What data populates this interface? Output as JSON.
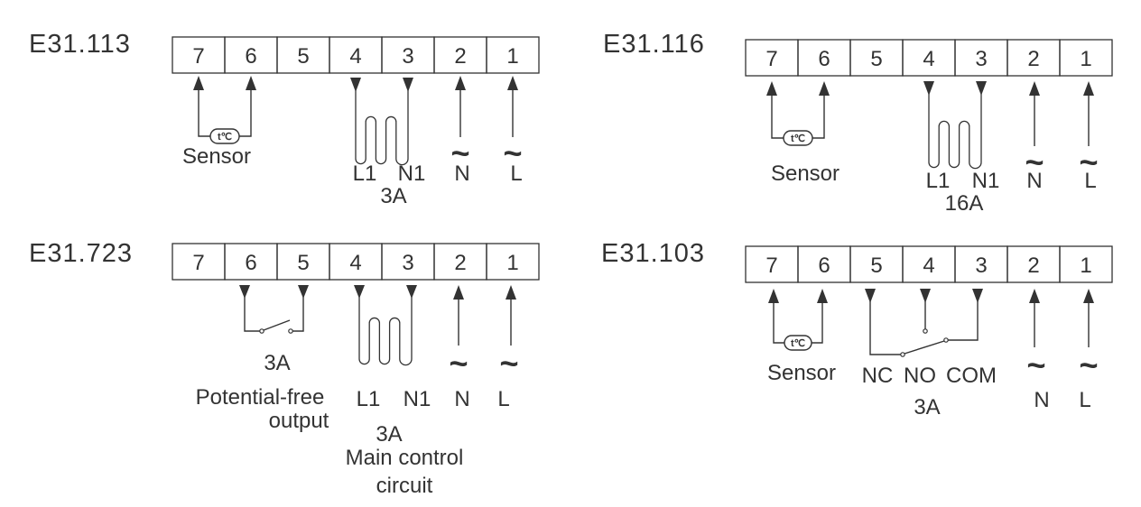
{
  "panels": [
    {
      "model": "E31.113",
      "terminals": [
        "7",
        "6",
        "5",
        "4",
        "3",
        "2",
        "1"
      ],
      "arrows": {
        "7": "in",
        "6": "in",
        "4": "out",
        "3": "out",
        "2": "in",
        "1": "in"
      },
      "labels": {
        "sensor": "Sensor",
        "l1": "L1",
        "n1": "N1",
        "heater_rating": "3A",
        "n": "N",
        "l": "L",
        "ac": "~"
      },
      "thermostat_symbol": "t℃"
    },
    {
      "model": "E31.116",
      "terminals": [
        "7",
        "6",
        "5",
        "4",
        "3",
        "2",
        "1"
      ],
      "arrows": {
        "7": "in",
        "6": "in",
        "4": "out",
        "3": "out",
        "2": "in",
        "1": "in"
      },
      "labels": {
        "sensor": "Sensor",
        "l1": "L1",
        "n1": "N1",
        "heater_rating": "16A",
        "n": "N",
        "l": "L",
        "ac": "~"
      },
      "thermostat_symbol": "t℃"
    },
    {
      "model": "E31.723",
      "terminals": [
        "7",
        "6",
        "5",
        "4",
        "3",
        "2",
        "1"
      ],
      "arrows": {
        "6": "out",
        "5": "out",
        "4": "out",
        "3": "out",
        "2": "in",
        "1": "in"
      },
      "labels": {
        "switch_rating": "3A",
        "pf_line1": "Potential-free",
        "pf_line2": "output",
        "l1": "L1",
        "n1": "N1",
        "heater_rating": "3A",
        "mc_line1": "Main control",
        "mc_line2": "circuit",
        "n": "N",
        "l": "L",
        "ac": "~"
      }
    },
    {
      "model": "E31.103",
      "terminals": [
        "7",
        "6",
        "5",
        "4",
        "3",
        "2",
        "1"
      ],
      "arrows": {
        "7": "in",
        "6": "in",
        "5": "out",
        "4": "out",
        "3": "out",
        "2": "in",
        "1": "in"
      },
      "labels": {
        "sensor": "Sensor",
        "nc": "NC",
        "no": "NO",
        "com": "COM",
        "relay_rating": "3A",
        "n": "N",
        "l": "L",
        "ac": "~"
      },
      "thermostat_symbol": "t℃"
    }
  ]
}
